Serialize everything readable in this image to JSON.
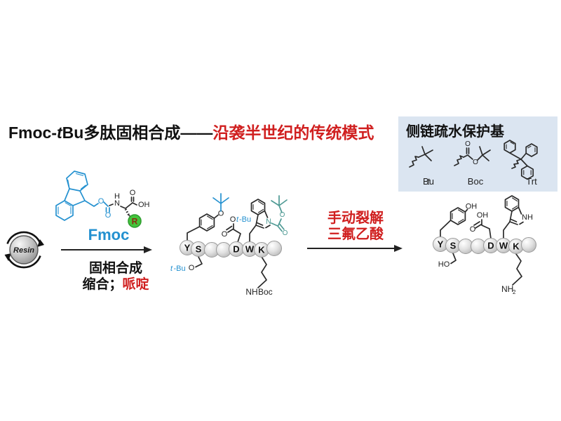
{
  "title": {
    "p1": "Fmoc-",
    "p2": "t",
    "p3": "Bu多肽固相合成——",
    "p4": "沿袭半世纪的传统模式"
  },
  "box": {
    "title": "侧链疏水保护基",
    "tbu_t": "t",
    "tbu_bu": "Bu",
    "boc": "Boc",
    "trt": "Trt"
  },
  "resin": {
    "label": "Resin"
  },
  "fmoc": {
    "label": "Fmoc",
    "h": "H",
    "n": "N",
    "o_ester": "O",
    "o_carbonyl": "O",
    "o_top": "O",
    "oh": "OH",
    "r": "R"
  },
  "step1": {
    "l1": "固相合成",
    "l2a": "缩合；",
    "l2b": "哌啶"
  },
  "step2": {
    "l1": "手动裂解",
    "l2": "三氟乙酸"
  },
  "mid": {
    "beads": [
      "Y",
      "S",
      "",
      "",
      "D",
      "W",
      "K",
      ""
    ],
    "tyr_o": "O",
    "asp_o": "O",
    "asp_t": "t",
    "asp_bu": "-Bu",
    "asp_co": "O",
    "trp_n": "N",
    "boc_o_ester": "O",
    "boc_o_carb": "O",
    "ser_t": "t",
    "ser_bu": "-Bu",
    "ser_o": "O",
    "lys_nh": "NH",
    "lys_boc": "Boc"
  },
  "right": {
    "beads": [
      "Y",
      "S",
      "",
      "",
      "D",
      "W",
      "K",
      ""
    ],
    "tyr_oh": "OH",
    "asp_oh": "OH",
    "asp_co": "O",
    "trp_nh": "NH",
    "ser_ho": "HO",
    "lys_nh": "NH",
    "lys_sub": "2"
  },
  "colors": {
    "fmoc_blue": "#2491d0",
    "boc_teal": "#4f9a94",
    "accent_red": "#d01f1f",
    "r_green": "#44c43c",
    "box_bg": "#dbe5f1"
  }
}
